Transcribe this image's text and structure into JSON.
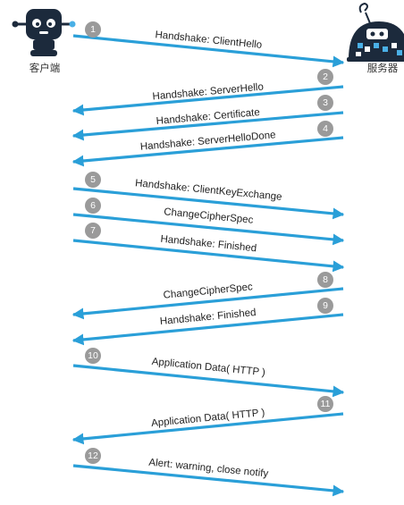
{
  "parties": {
    "client": "客户端",
    "server": "服务器"
  },
  "colors": {
    "arrow": "#2a9fd8",
    "badge": "#9a9a9a",
    "robot_body": "#1c2a3c",
    "robot_face": "#4ab0e6"
  },
  "icons": {
    "client": "robot-icon",
    "server": "dome-robot-icon"
  },
  "messages": [
    {
      "num": "1",
      "label": "Handshake: ClientHello",
      "direction": "to-server"
    },
    {
      "num": "2",
      "label": "Handshake: ServerHello",
      "direction": "to-client"
    },
    {
      "num": "3",
      "label": "Handshake: Certificate",
      "direction": "to-client"
    },
    {
      "num": "4",
      "label": "Handshake: ServerHelloDone",
      "direction": "to-client"
    },
    {
      "num": "5",
      "label": "Handshake: ClientKeyExchange",
      "direction": "to-server"
    },
    {
      "num": "6",
      "label": "ChangeCipherSpec",
      "direction": "to-server"
    },
    {
      "num": "7",
      "label": "Handshake: Finished",
      "direction": "to-server"
    },
    {
      "num": "8",
      "label": "ChangeCipherSpec",
      "direction": "to-client"
    },
    {
      "num": "9",
      "label": "Handshake: Finished",
      "direction": "to-client"
    },
    {
      "num": "10",
      "label": "Application Data( HTTP )",
      "direction": "to-server"
    },
    {
      "num": "11",
      "label": "Application Data( HTTP )",
      "direction": "to-client"
    },
    {
      "num": "12",
      "label": "Alert: warning, close notify",
      "direction": "to-server"
    }
  ]
}
